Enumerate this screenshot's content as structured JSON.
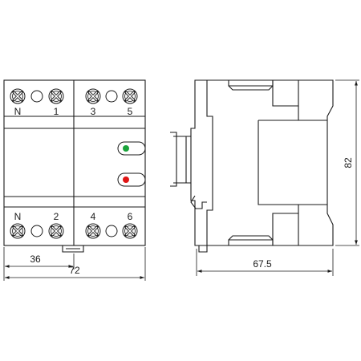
{
  "front_view": {
    "top_terminals": [
      "N",
      "1",
      "3",
      "5"
    ],
    "bottom_terminals": [
      "N",
      "2",
      "4",
      "6"
    ],
    "indicators": [
      {
        "name": "green-led",
        "color": "#1aa33a"
      },
      {
        "name": "red-led",
        "color": "#e01515"
      }
    ]
  },
  "dimensions": {
    "half_width": "36",
    "total_width": "72",
    "depth": "67.5",
    "height": "82"
  },
  "colors": {
    "line": "#1a1a1a",
    "face": "#ffffff",
    "terminal_fill": "#f2f2f2"
  }
}
